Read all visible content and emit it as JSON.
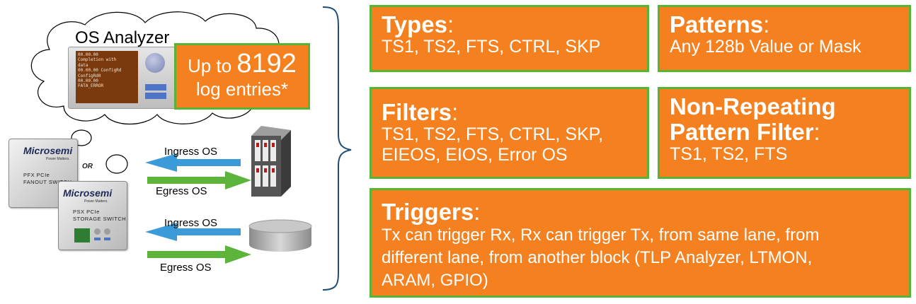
{
  "analyzer": {
    "title": "OS Analyzer",
    "screen_lines": [
      "00.00.00",
      "Completion with",
      "data",
      "00.00.00 ConfigRd",
      "ConfigRd0",
      "00.00.00",
      "FATA_ERROR"
    ],
    "log_prefix": "Up to ",
    "log_count": "8192",
    "log_suffix": "log entries*"
  },
  "chips": {
    "brand": "Microsemi",
    "tagline": "Power Matters.",
    "or_label": "OR",
    "pfx_line1": "PFX PCIe",
    "pfx_line2": "FANOUT SWITCH",
    "psx_line1": "PSX PCIe",
    "psx_line2": "STORAGE SWITCH"
  },
  "links": {
    "ingress_1": "Ingress OS",
    "egress_1": "Egress OS",
    "ingress_2": "Ingress OS",
    "egress_2": "Egress OS"
  },
  "colors": {
    "box_fill": "#f4801f",
    "box_border": "#59b335",
    "ingress_arrow": "#3a9bd8",
    "egress_arrow": "#5cb43a",
    "brace": "#1f4e79"
  },
  "boxes": {
    "types": {
      "title": "Types",
      "body": "TS1, TS2, FTS, CTRL, SKP"
    },
    "patterns": {
      "title": "Patterns",
      "body": "Any 128b Value or Mask"
    },
    "filters": {
      "title": "Filters",
      "body_lines": [
        "TS1, TS2, FTS, CTRL, SKP,",
        "EIEOS, EIOS, Error OS"
      ]
    },
    "nonrep": {
      "title_line1": "Non-Repeating",
      "title_line2": "Pattern Filter",
      "body": "TS1, TS2, FTS"
    },
    "triggers": {
      "title": "Triggers",
      "body_lines": [
        "Tx can trigger Rx, Rx can trigger Tx, from same lane, from",
        "different lane, from another block (TLP Analyzer, LTMON,",
        "ARAM, GPIO)"
      ]
    }
  }
}
